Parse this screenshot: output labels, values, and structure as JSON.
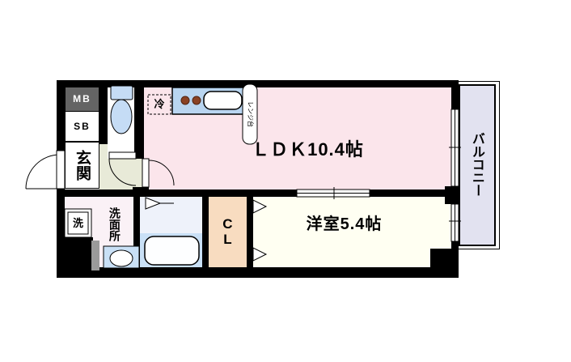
{
  "plan": {
    "rooms": {
      "ldk": "ＬＤＫ10.4帖",
      "western_room": "洋室5.4帖",
      "closet": "CL",
      "entrance": "玄関",
      "washroom": "洗面所",
      "balcony": "バルコニー"
    },
    "fixtures": {
      "meter_box": "MB",
      "shoe_box": "SB",
      "washing_machine": "洗",
      "refrigerator": "冷",
      "range_stand": "レンジ台"
    },
    "colors": {
      "wall": "#000000",
      "ldk_floor": "#fbe5eb",
      "western_room_floor": "#fffff2",
      "closet_floor": "#f8dcc0",
      "bathroom_floor": "#c9e0f6",
      "washroom_floor": "#faf1f6",
      "balcony_floor": "#e2e2f0",
      "hallway_floor": "#e8ead8",
      "kitchen_counter": "#b9d5f0",
      "fixture_blue": "#c5dcf5",
      "meter_box_bg": "#646464",
      "burner": "#8a4224"
    }
  }
}
